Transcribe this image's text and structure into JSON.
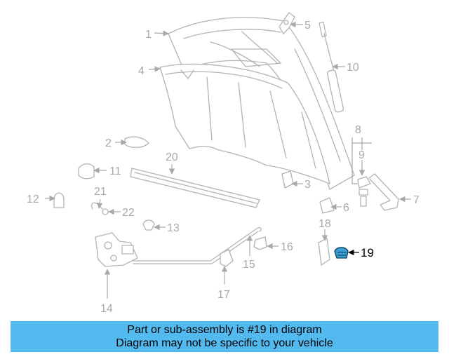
{
  "diagram": {
    "highlight_part": "19",
    "highlight_color": "#3b9fd6",
    "callouts": {
      "c1": "1",
      "c2": "2",
      "c3": "3",
      "c4": "4",
      "c5": "5",
      "c6": "6",
      "c7": "7",
      "c8": "8",
      "c9": "9",
      "c10": "10",
      "c11": "11",
      "c12": "12",
      "c13": "13",
      "c14": "14",
      "c15": "15",
      "c16": "16",
      "c17": "17",
      "c18": "18",
      "c19": "19",
      "c20": "20",
      "c21": "21",
      "c22": "22"
    }
  },
  "banner": {
    "line1": "Part or sub-assembly is #19 in diagram",
    "line2": "Diagram may not be specific to your vehicle",
    "background": "#53baf0"
  }
}
